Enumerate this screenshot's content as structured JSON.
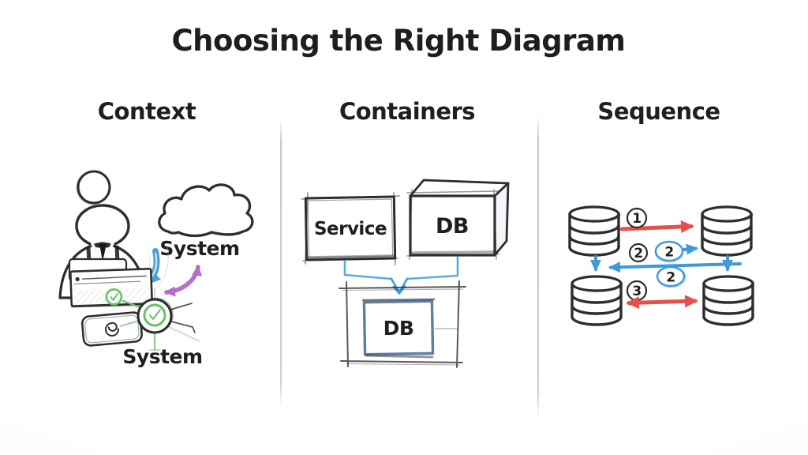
{
  "title": "Choosing the Right Diagram",
  "panels": [
    {
      "id": "context",
      "header": "Context",
      "labels": {
        "external": "System",
        "internal": "System"
      }
    },
    {
      "id": "containers",
      "header": "Containers",
      "labels": {
        "service": "Service",
        "db": "DB",
        "db_store": "DB"
      }
    },
    {
      "id": "sequence",
      "header": "Sequence",
      "steps": {
        "s1": "1",
        "s2": "2",
        "s2_req": "2",
        "s2_resp": "2",
        "s3": "3"
      }
    }
  ],
  "icons": {
    "person": "person-icon",
    "cloud": "cloud-icon",
    "browser_card": "browser-card-icon",
    "device": "device-icon",
    "system_hub": "system-hub-icon",
    "database": "database-icon",
    "arrow_down": "arrow-down-icon",
    "arrow_bidirectional": "arrow-bidirectional-icon"
  },
  "colors": {
    "ink": "#2e2e2e",
    "red": "#e2524b",
    "blue": "#3f9bd8",
    "purple": "#b16fd0",
    "green": "#6abf69",
    "cloud_fill": "#d9eaf6",
    "box_fill": "#eff6fb",
    "steel": "#5b7fa6",
    "divider": "#cfcfcf",
    "background": "#fdfcfa"
  }
}
